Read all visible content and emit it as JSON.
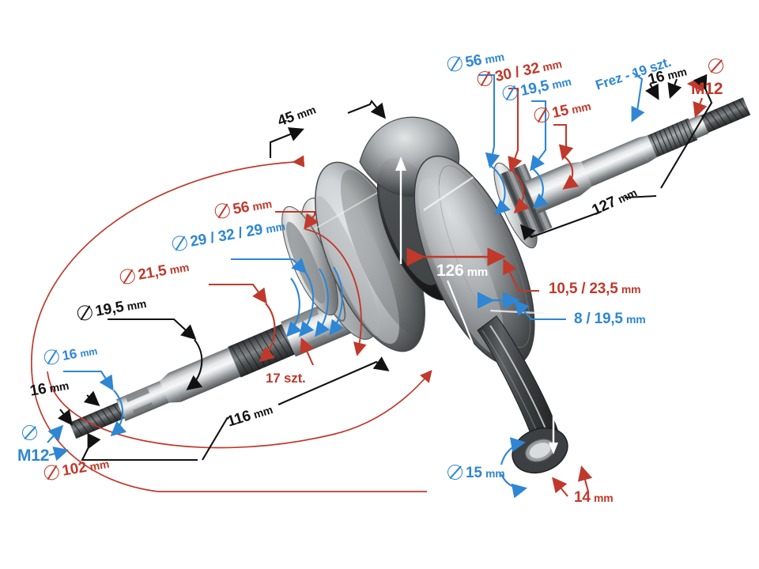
{
  "title": "Crankshaft dimension diagram",
  "colors": {
    "red": "#c0392b",
    "blue": "#2e86d4",
    "black": "#111111",
    "white": "#ffffff"
  },
  "annotations": {
    "len_45": {
      "value": "45",
      "unit": "mm",
      "color": "black",
      "diameter": false
    },
    "dia_56_top": {
      "value": "56",
      "unit": "mm",
      "color": "blue",
      "diameter": true
    },
    "dia_30_32": {
      "value": "30 / 32",
      "unit": "mm",
      "color": "red",
      "diameter": true
    },
    "dia_19_5_top": {
      "value": "19,5",
      "unit": "mm",
      "color": "blue",
      "diameter": true
    },
    "dia_15_top": {
      "value": "15",
      "unit": "mm",
      "color": "red",
      "diameter": true
    },
    "frez_19": {
      "value": "Frez - 19 szt.",
      "unit": "",
      "color": "blue",
      "diameter": false
    },
    "len_16_top": {
      "value": "16",
      "unit": "mm",
      "color": "black",
      "diameter": false
    },
    "m12_top": {
      "value": "M12",
      "unit": "",
      "color": "red",
      "diameter": true
    },
    "len_127": {
      "value": "127",
      "unit": "mm",
      "color": "black",
      "diameter": false
    },
    "dia_56_mid": {
      "value": "56",
      "unit": "mm",
      "color": "red",
      "diameter": true
    },
    "dia_29_32_29": {
      "value": "29 / 32 / 29",
      "unit": "mm",
      "color": "blue",
      "diameter": true
    },
    "dia_21_5": {
      "value": "21,5",
      "unit": "mm",
      "color": "red",
      "diameter": true
    },
    "dia_19_5_left": {
      "value": "19,5",
      "unit": "mm",
      "color": "black",
      "diameter": true
    },
    "dia_16_left": {
      "value": "16",
      "unit": "mm",
      "color": "blue",
      "diameter": true
    },
    "len_16_left": {
      "value": "16",
      "unit": "mm",
      "color": "black",
      "diameter": false
    },
    "m12_left": {
      "value": "M12",
      "unit": "",
      "color": "blue",
      "diameter": true
    },
    "dia_102": {
      "value": "102",
      "unit": "mm",
      "color": "red",
      "diameter": true
    },
    "len_116": {
      "value": "116",
      "unit": "mm",
      "color": "black",
      "diameter": false
    },
    "qty_17": {
      "value": "17 szt.",
      "unit": "",
      "color": "red",
      "diameter": false
    },
    "len_126": {
      "value": "126",
      "unit": "mm",
      "color": "white",
      "diameter": false
    },
    "dim_10_5_23_5": {
      "value": "10,5 / 23,5",
      "unit": "mm",
      "color": "red",
      "diameter": false
    },
    "dim_8_19_5": {
      "value": "8 / 19,5",
      "unit": "mm",
      "color": "blue",
      "diameter": false
    },
    "dia_15_rod": {
      "value": "15",
      "unit": "mm",
      "color": "blue",
      "diameter": true
    },
    "len_14_rod": {
      "value": "14",
      "unit": "mm",
      "color": "red",
      "diameter": false
    }
  }
}
